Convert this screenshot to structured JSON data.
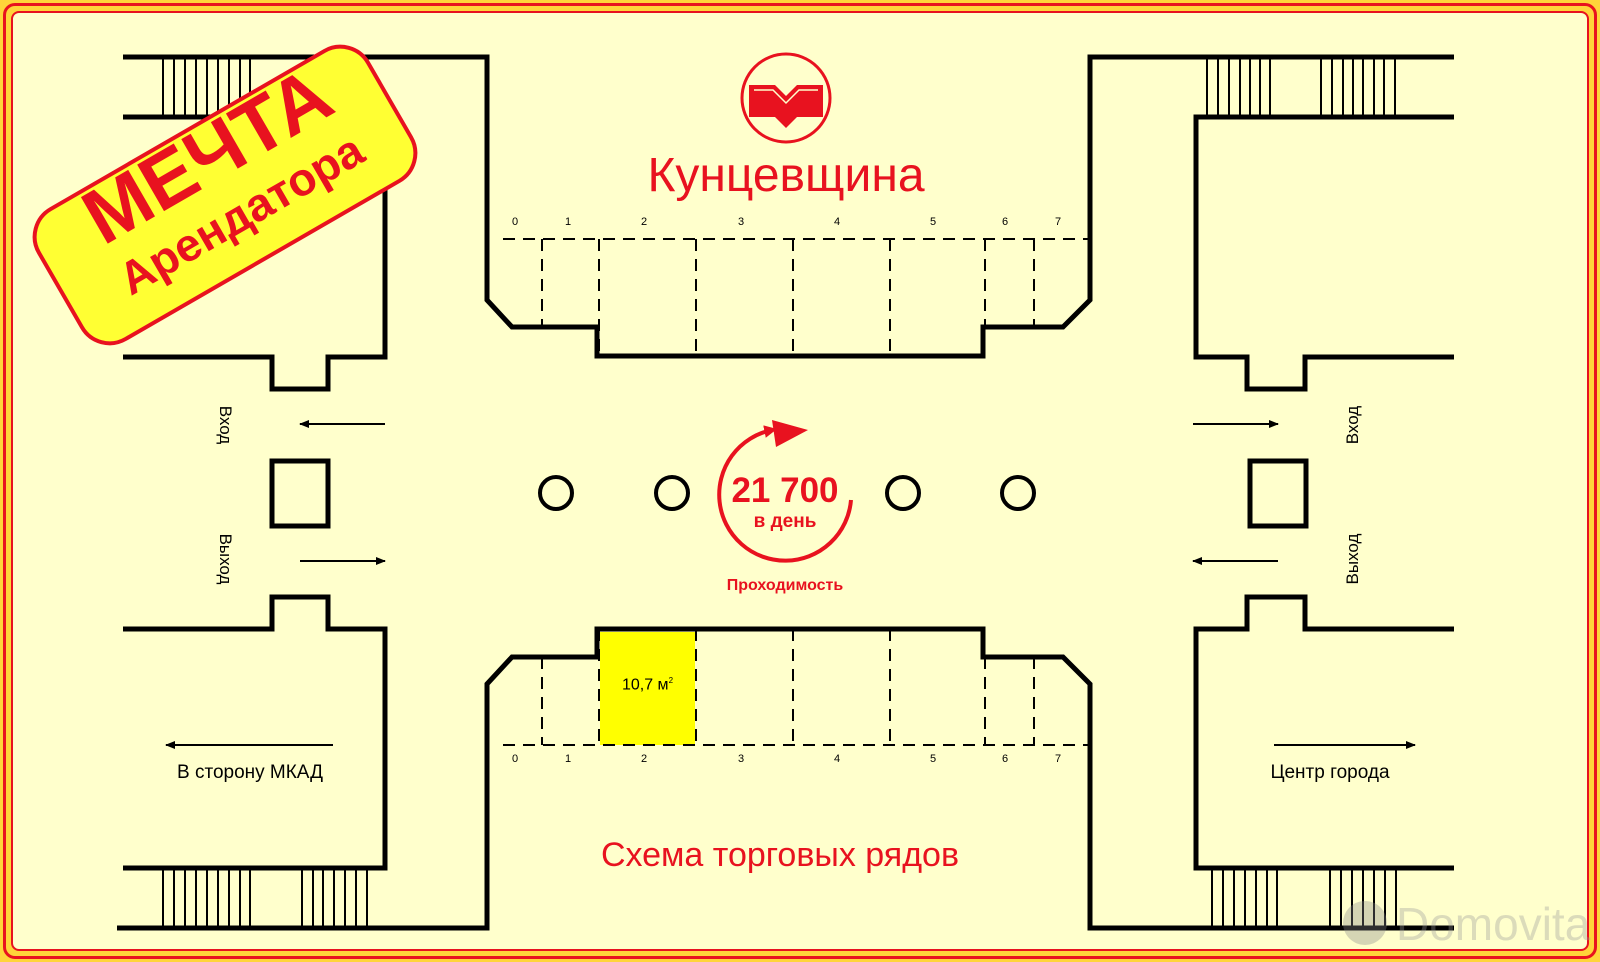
{
  "station": {
    "name": "Кунцевщина",
    "logo_icon": "metro-m-logo-icon"
  },
  "promo_badge": {
    "line1": "МЕЧТА",
    "line2": "Арендатора",
    "bg_color": "#ffff33",
    "border_color": "#e8121f"
  },
  "traffic": {
    "value": "21 700",
    "unit": "в день",
    "caption": "Проходимость"
  },
  "entrances": {
    "left_in": "Вход",
    "left_out": "Выход",
    "right_in": "Вход",
    "right_out": "Выход"
  },
  "directions": {
    "left": "В сторону МКАД",
    "right": "Центр города"
  },
  "top_row": {
    "stall_numbers": [
      "0",
      "1",
      "2",
      "3",
      "4",
      "5",
      "6",
      "7"
    ]
  },
  "bottom_row": {
    "stall_numbers": [
      "0",
      "1",
      "2",
      "3",
      "4",
      "5",
      "6",
      "7"
    ],
    "highlighted_stall": "2",
    "highlighted_area": "10,7 м",
    "highlighted_area_sup": "2",
    "highlight_color": "#ffff00"
  },
  "footer_title": "Схема торговых рядов",
  "colors": {
    "background": "#ffffcc",
    "accent_red": "#e8121f",
    "wall": "#000000"
  }
}
